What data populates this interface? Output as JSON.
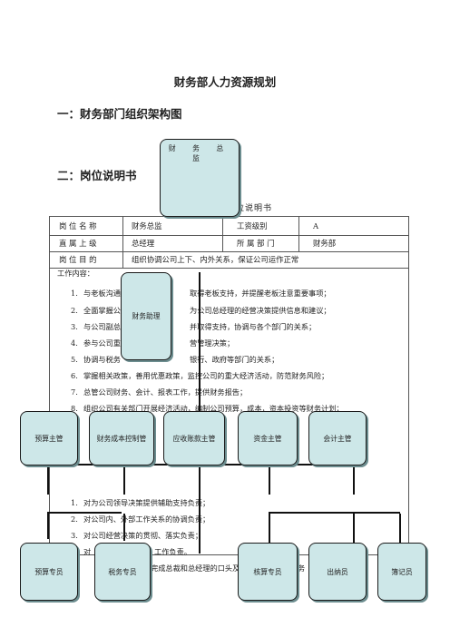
{
  "document": {
    "title": "财务部人力资源规划",
    "section1": "一：财务部门组织架构图",
    "section2": "二：岗位说明书",
    "table_caption_fragment": "监岗位说明书"
  },
  "table": {
    "row1": {
      "label": "岗 位 名 称",
      "value": "财务总监",
      "label2": "工资级别",
      "value2": "A"
    },
    "row2": {
      "label": "直 属 上 级",
      "value": "总经理",
      "label2": "所 属 部 门",
      "value2": "财务部"
    },
    "row3": {
      "label": "岗 位 目 的",
      "value": "组织协调公司上下、内外关系，保证公司运作正常"
    },
    "content_title": "工作内容：",
    "items": [
      {
        "num": "1.",
        "text": "与老板沟通",
        "tail": "取得老板支持，并提醒老板注意重要事项；"
      },
      {
        "num": "2.",
        "text": "全面掌握公",
        "tail": "为公司总经理的经营决策提供信息和建议；"
      },
      {
        "num": "3.",
        "text": "与公司副总",
        "tail": "并取得支持，协调与各个部门的关系；"
      },
      {
        "num": "4.",
        "text": "参与公司重",
        "tail": "营管理决策；"
      },
      {
        "num": "5.",
        "text": "协调与税务",
        "tail": "银行、政府等部门的关系；"
      },
      {
        "num": "6.",
        "text": "掌握相关政策，善用优惠政策，监控公司的重大经济活动，防范财务风险；"
      },
      {
        "num": "7.",
        "text": "总管公司财务、会计、报表工作，提供财务报告；"
      },
      {
        "num": "8.",
        "text": "组织公司有关部门开展经济活动，编制公司预算，成本，资本投资等财务计划；"
      }
    ],
    "responsibility_items": [
      {
        "num": "1.",
        "text": "对为公司领导决策提供辅助支持负责；"
      },
      {
        "num": "2.",
        "text": "对公司内、外部工作关系的协调负责；"
      },
      {
        "num": "3.",
        "text": "对公司经营决策的贯彻、落实负责；"
      },
      {
        "num": "4.",
        "text": "对",
        "tail": "工作负责。"
      }
    ],
    "footer_fragment": "完成总裁和总经理的口头及书面",
    "footer_fragment2": "务"
  },
  "org_chart": {
    "cfo": "财 务 总 监",
    "assistant": "财务助理",
    "level2": [
      "预算主管",
      "财务成本控制管",
      "应收账款主管",
      "资金主管",
      "会计主管"
    ],
    "level3": [
      "预算专员",
      "税务专员",
      "核算专员",
      "出纳员",
      "簿记员"
    ]
  }
}
